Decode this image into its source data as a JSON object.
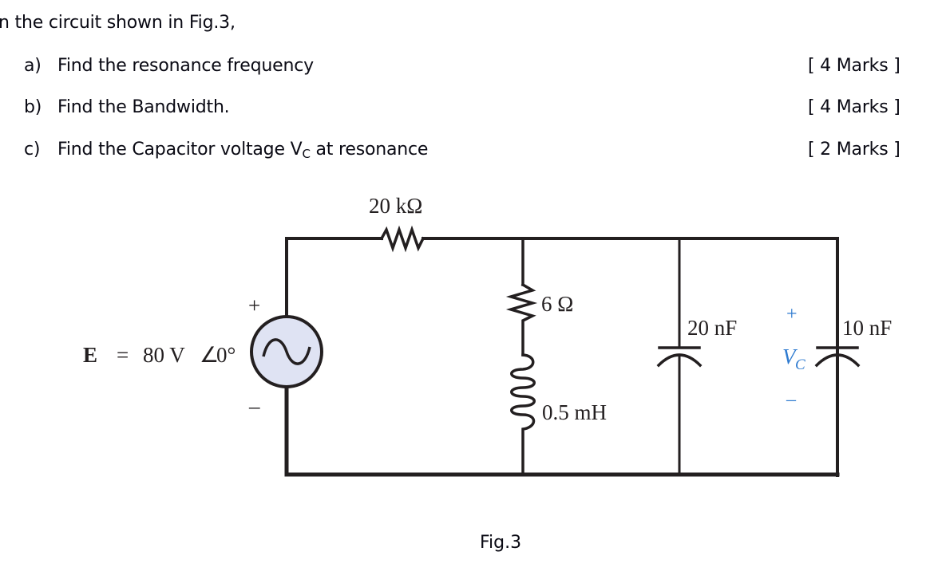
{
  "question": {
    "intro": "n the circuit shown in Fig.3,",
    "items": [
      {
        "label": "a)",
        "text": "Find the resonance frequency",
        "marks": "[ 4 Marks ]"
      },
      {
        "label": "b)",
        "text": "Find the Bandwidth.",
        "marks": "[ 4 Marks ]"
      },
      {
        "label": "c)",
        "text_before": "Find the Capacitor voltage V",
        "subscript": "C",
        "text_after": " at resonance",
        "marks": "[ 2 Marks ]"
      }
    ]
  },
  "circuit": {
    "source": {
      "symbol": "E",
      "equals": "=",
      "value": "80 V",
      "angle_symbol": "∠",
      "phase": "0°",
      "plus": "+",
      "minus": "–",
      "icon": "ac-sine-icon",
      "fill_color": "#dfe3f3"
    },
    "series_resistor": {
      "label": "20 kΩ"
    },
    "branch_resistor": {
      "label": "6 Ω"
    },
    "branch_inductor": {
      "label": "0.5 mH"
    },
    "capacitor_1": {
      "label": "20 nF"
    },
    "capacitor_2": {
      "label": "10 nF"
    },
    "vc_indicator": {
      "plus": "+",
      "symbol": "V",
      "subscript": "C",
      "minus": "–",
      "color": "#2f7bd0"
    },
    "wire_color": "#231f20"
  },
  "figure": {
    "caption": "Fig.3"
  }
}
